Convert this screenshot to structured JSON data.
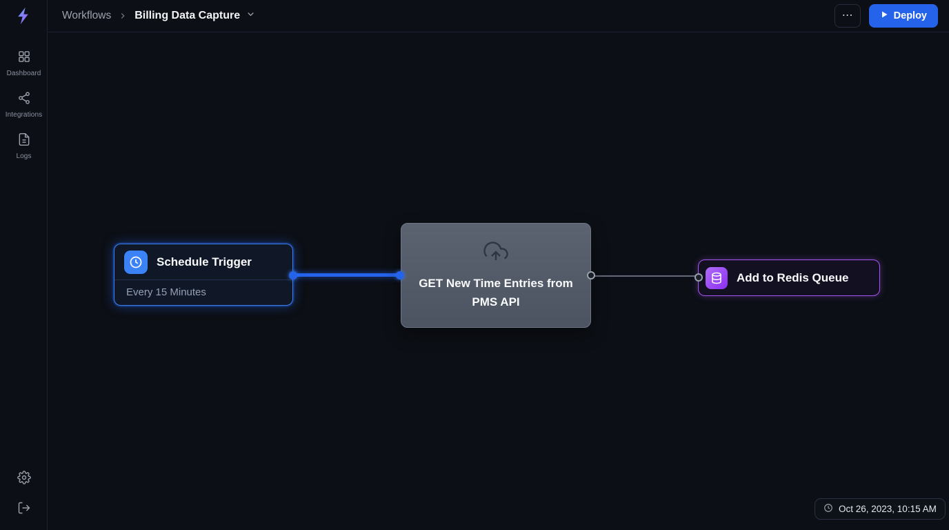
{
  "topbar": {
    "breadcrumb": {
      "root": "Workflows",
      "current": "Billing Data Capture"
    },
    "more_icon": "⋯",
    "deploy_label": "Deploy"
  },
  "sidebar": {
    "items": [
      {
        "label": "Dashboard",
        "icon": "dashboard-grid-icon"
      },
      {
        "label": "Integrations",
        "icon": "share-nodes-icon"
      },
      {
        "label": "Logs",
        "icon": "document-icon"
      }
    ],
    "bottom_icons": [
      "gear-icon",
      "logout-icon"
    ]
  },
  "workflow": {
    "nodes": {
      "schedule": {
        "title": "Schedule Trigger",
        "subtitle": "Every 15 Minutes",
        "icon": "clock-icon",
        "accent": "#3b82f6"
      },
      "api": {
        "title": "GET New Time Entries from PMS API",
        "icon": "cloud-upload-icon"
      },
      "redis": {
        "title": "Add to Redis Queue",
        "icon": "database-icon",
        "accent": "#a855f7"
      }
    },
    "timestamp": "Oct 26, 2023, 10:15 AM"
  },
  "colors": {
    "accent_blue": "#2563eb",
    "accent_purple": "#a855f7",
    "canvas_bg": "#0c0f15",
    "node_gray": "#555c68"
  }
}
